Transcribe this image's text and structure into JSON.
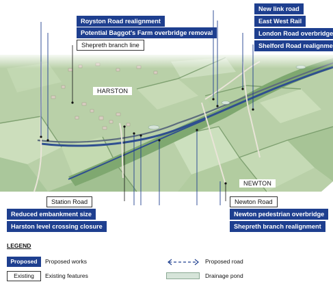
{
  "callouts": {
    "royston_road_realignment": "Royston Road realignment",
    "baggots_farm_overbridge_removal": "Potential Baggot's Farm overbridge removal",
    "shepreth_branch_line": "Shepreth branch line",
    "new_link_road": "New link road",
    "east_west_rail": "East West Rail",
    "london_road_overbridge": "London Road overbridge",
    "shelford_road_realignment": "Shelford Road realignment",
    "station_road": "Station Road",
    "reduced_embankment_size": "Reduced embankment size",
    "harston_level_crossing_closure": "Harston level crossing closure",
    "newton_road": "Newton Road",
    "newton_pedestrian_overbridge": "Newton pedestrian overbridge",
    "shepreth_branch_realignment": "Shepreth branch realignment"
  },
  "places": {
    "harston": "HARSTON",
    "newton": "NEWTON"
  },
  "legend": {
    "title": "LEGEND",
    "proposed_box": "Proposed",
    "proposed_desc": "Proposed works",
    "existing_box": "Existing",
    "existing_desc": "Existing features",
    "proposed_road": "Proposed road",
    "drainage_pond": "Drainage pond"
  },
  "colors": {
    "proposed": "#1e3f8f",
    "existing": "#ffffff",
    "map_field": "#b7cfa7",
    "railway": "#2f4f90",
    "drainage_pond": "#d6e4d9"
  }
}
